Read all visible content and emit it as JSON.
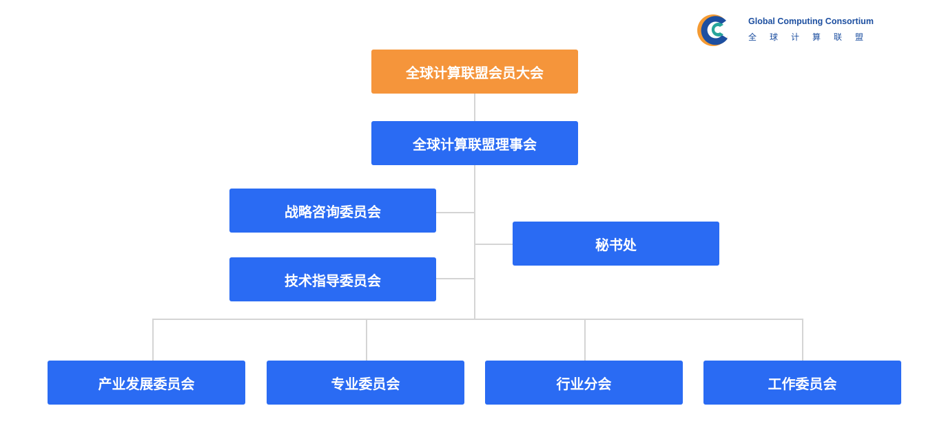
{
  "colors": {
    "node": "#2a6bf3",
    "top": "#f5953b",
    "line": "#d4d4d4"
  },
  "logo": {
    "icon": "consortium-logo-icon",
    "name_en": "Global Computing Consortium",
    "name_cn": "全球计算联盟"
  },
  "chart": {
    "assembly": "全球计算联盟会员大会",
    "council": "全球计算联盟理事会",
    "strategy": "战略咨询委员会",
    "secretariat": "秘书处",
    "technical": "技术指导委员会",
    "bottom": [
      "产业发展委员会",
      "专业委员会",
      "行业分会",
      "工作委员会"
    ]
  }
}
